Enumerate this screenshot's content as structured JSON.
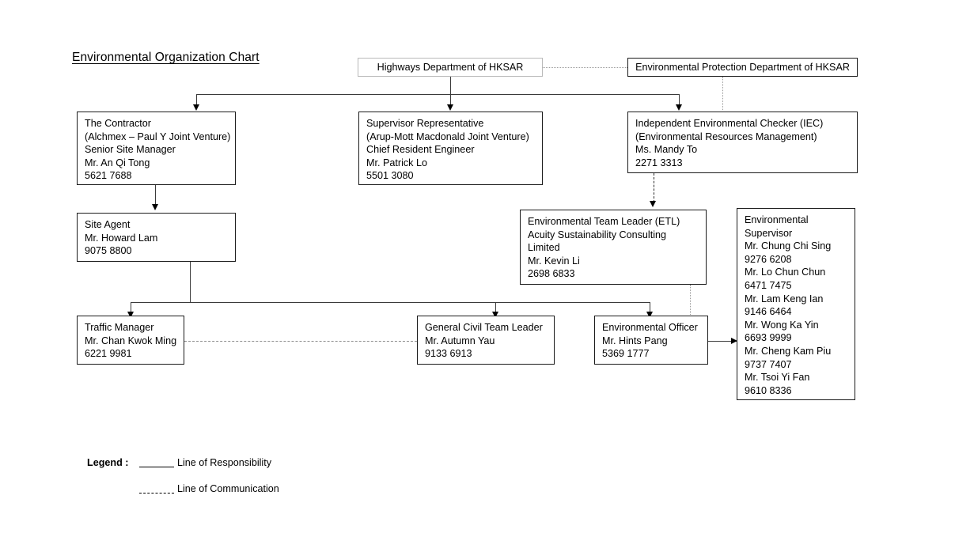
{
  "title": "Environmental Organization Chart",
  "nodes": {
    "highways": {
      "name": "highways-department",
      "lines": [
        "Highways Department of HKSAR"
      ]
    },
    "epd": {
      "name": "environmental-protection-department",
      "lines": [
        "Environmental Protection Department of HKSAR"
      ]
    },
    "contractor": {
      "name": "the-contractor",
      "lines": [
        "The Contractor",
        "(Alchmex – Paul Y Joint Venture)",
        "Senior Site Manager",
        "Mr. An Qi Tong",
        "5621 7688"
      ]
    },
    "supervisor_rep": {
      "name": "supervisor-representative",
      "lines": [
        "Supervisor Representative",
        "(Arup-Mott Macdonald Joint Venture)",
        "Chief Resident Engineer",
        "Mr. Patrick Lo",
        "5501 3080"
      ]
    },
    "iec": {
      "name": "independent-environmental-checker",
      "lines": [
        "Independent Environmental Checker (IEC)",
        "(Environmental Resources Management)",
        "Ms. Mandy To",
        "2271 3313"
      ]
    },
    "site_agent": {
      "name": "site-agent",
      "lines": [
        "Site Agent",
        "Mr. Howard Lam",
        "9075 8800"
      ]
    },
    "etl": {
      "name": "environmental-team-leader",
      "lines": [
        "Environmental Team Leader (ETL)",
        "Acuity Sustainability Consulting",
        "Limited",
        "Mr. Kevin Li",
        "2698 6833"
      ]
    },
    "env_supervisor": {
      "name": "environmental-supervisor",
      "lines": [
        "Environmental",
        "Supervisor",
        "Mr. Chung Chi Sing",
        "9276 6208",
        "Mr. Lo Chun Chun",
        "6471 7475",
        "Mr. Lam Keng Ian",
        "9146 6464",
        "Mr. Wong Ka Yin",
        "6693 9999",
        "Mr. Cheng Kam Piu",
        "9737 7407",
        "Mr. Tsoi Yi Fan",
        "9610 8336"
      ]
    },
    "traffic_manager": {
      "name": "traffic-manager",
      "lines": [
        "Traffic Manager",
        "Mr. Chan Kwok Ming",
        "6221 9981"
      ]
    },
    "civil_team_leader": {
      "name": "general-civil-team-leader",
      "lines": [
        "General Civil Team Leader",
        "Mr. Autumn Yau",
        "9133 6913"
      ]
    },
    "env_officer": {
      "name": "environmental-officer",
      "lines": [
        "Environmental Officer",
        "Mr. Hints Pang",
        "5369 1777"
      ]
    }
  },
  "legend": {
    "label": "Legend :",
    "responsibility": "Line of Responsibility",
    "communication": "Line of Communication"
  },
  "colors": {
    "line_solid": "#3a3a3a",
    "line_dotted": "#9a9a9a",
    "box_border": "#1a1a1a",
    "box_border_light": "#b9b9b9",
    "background": "#ffffff"
  }
}
